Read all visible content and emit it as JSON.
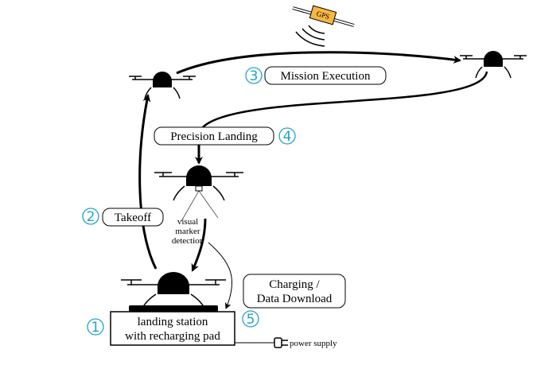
{
  "colors": {
    "accent": "#1fa3c8",
    "gps_panel": "#f5b642",
    "ink": "#000000"
  },
  "icons": [
    "drone-icon",
    "satellite-icon",
    "plug-icon",
    "landing-pad-icon"
  ],
  "labels": {
    "satellite": "GPS",
    "mission_execution": "Mission Execution",
    "precision_landing": "Precision Landing",
    "takeoff": "Takeoff",
    "visual_marker_line1": "visual",
    "visual_marker_line2": "marker",
    "visual_marker_line3": "detection",
    "charging_line1": "Charging /",
    "charging_line2": "Data Download",
    "station_line1": "landing station",
    "station_line2": "with recharging pad",
    "power_supply": "power supply"
  },
  "steps": {
    "landing_station": "1",
    "takeoff": "2",
    "mission_execution": "3",
    "precision_landing": "4",
    "charging": "5"
  }
}
